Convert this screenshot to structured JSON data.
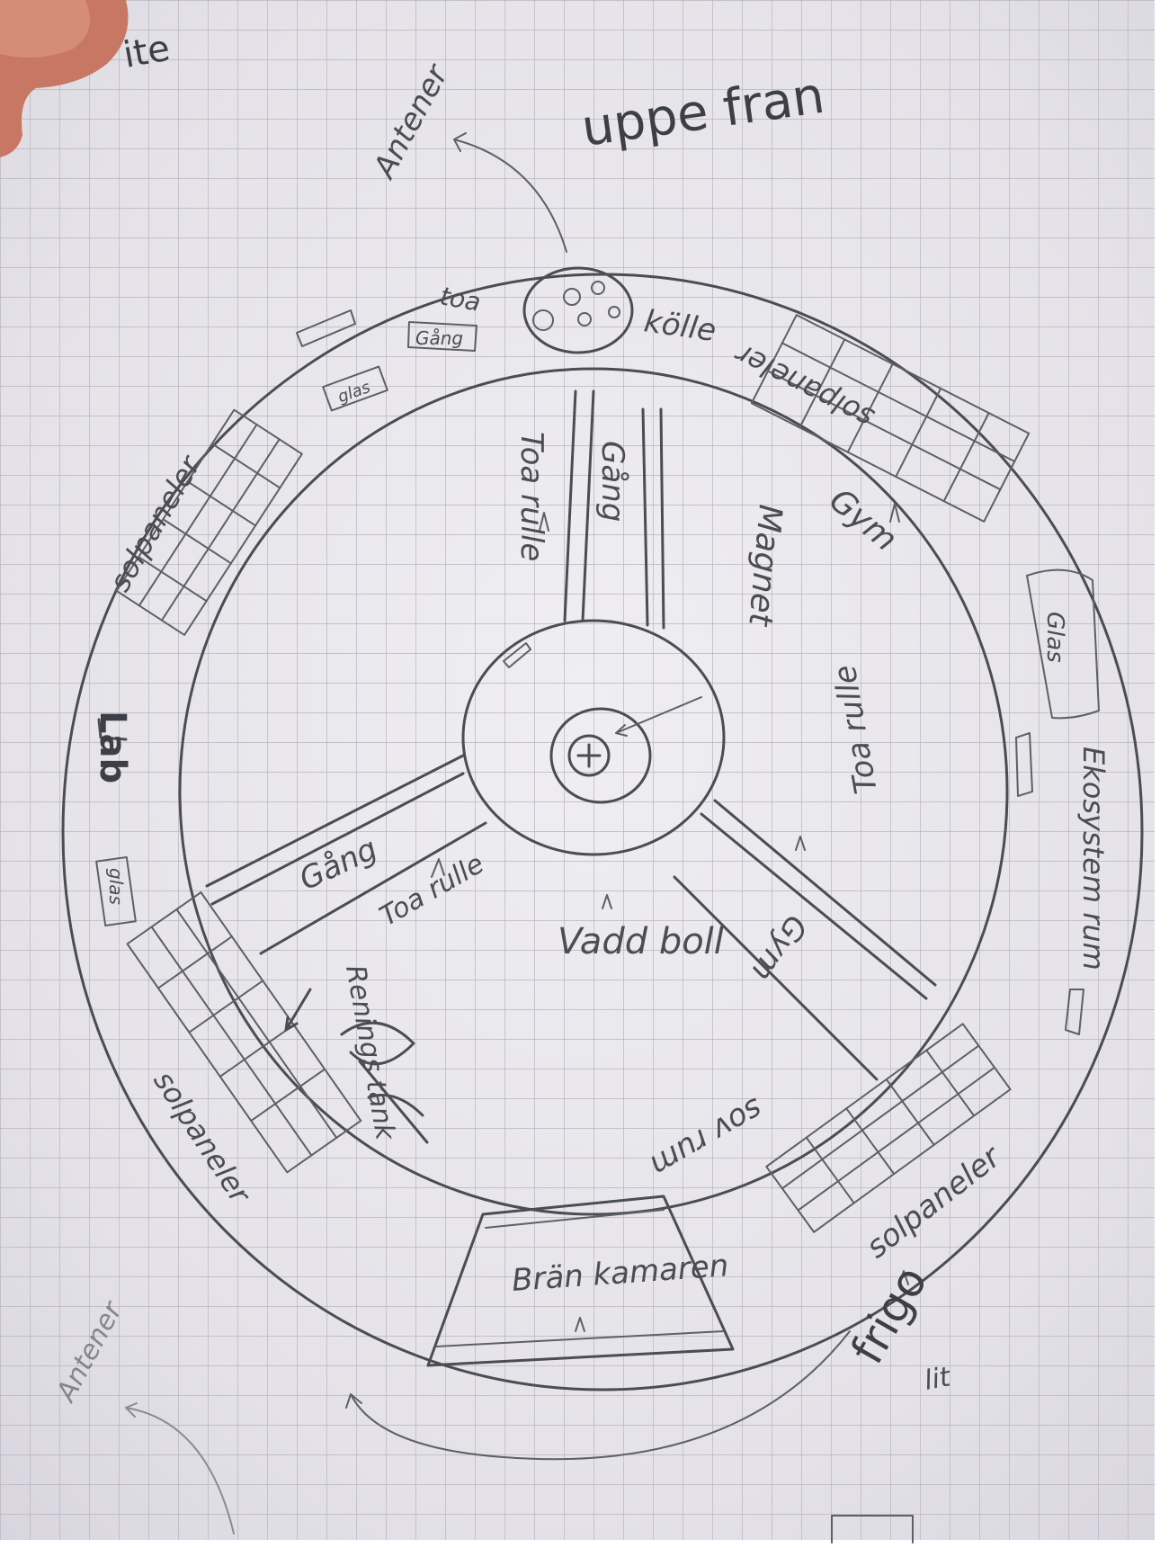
{
  "texts": {
    "top_left_fragment": "ite",
    "title": "uppe fran",
    "antenna_top": "Antener",
    "antenna_bottom": "Antener",
    "toa_top": "toa",
    "gang_small": "Gång",
    "kolle": "kölle",
    "solpaneler_top_right": "solpaneler",
    "solpaneler_top_left": "solpaneler",
    "solpaneler_bottom_left": "solpaneler",
    "solpaneler_bottom_right": "solpaneler",
    "glas_top_left": "glas",
    "glas_right": "Glas",
    "glas_left": "glas",
    "lab": "Lab",
    "gym_top": "Gym",
    "gang_top": "Gång",
    "toa_rulle_top": "Toa rulle",
    "magnet": "Magnet",
    "toa_rulle_right": "Toa rulle",
    "gang_left": "Gång",
    "toa_rulle_left": "Toa rulle",
    "gym_right": "Gym",
    "vadd_boll": "Vadd boll",
    "rening_tank": "Renings tank",
    "sov_rum": "sov rum",
    "ekosystem_rum": "Ekosystem rum",
    "bran_kamaren": "Brän kamaren",
    "frigo": "frigo",
    "lit": "lit"
  }
}
